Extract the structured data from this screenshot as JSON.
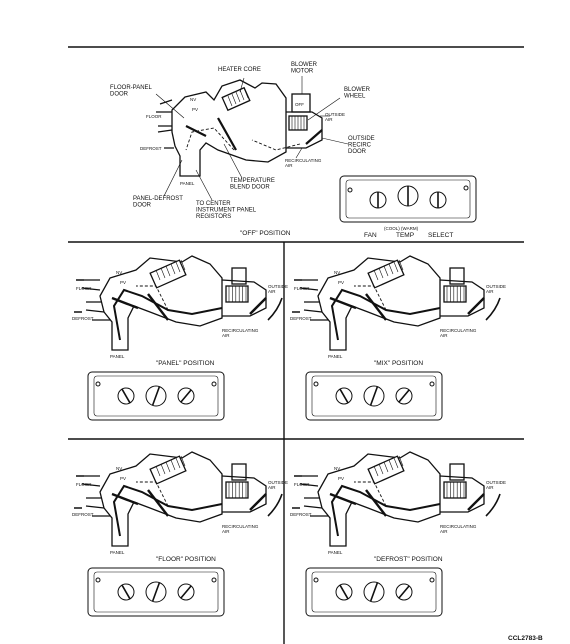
{
  "top_labels": {
    "heater_core": "HEATER CORE",
    "blower_motor": "BLOWER\nMOTOR",
    "floor_panel_door": "FLOOR-PANEL\nDOOR",
    "blower_wheel": "BLOWER\nWHEEL",
    "off_tag": "OFF",
    "nv": "NV",
    "pv": "PV",
    "floor": "FLOOR",
    "defrost": "DEFROST",
    "outside_air_small": "OUTSIDE\nAIR",
    "outside_recirc_door": "OUTSIDE\nRECIRC\nDOOR",
    "recirculating_air": "RECIRCULATING\nAIR",
    "panel": "PANEL",
    "temperature_blend_door": "TEMPERATURE\nBLEND DOOR",
    "panel_defrost_door": "PANEL-DEFROST\nDOOR",
    "to_center": "TO CENTER\nINSTRUMENT PANEL\nREGISTORS",
    "off_position": "\"OFF\" POSITION",
    "cool_warm": "(COOL) (WARM)",
    "fan": "FAN",
    "temp": "TEMP",
    "select": "SELECT"
  },
  "panels": [
    {
      "caption": "\"PANEL\" POSITION"
    },
    {
      "caption": "\"MIX\" POSITION"
    },
    {
      "caption": "\"FLOOR\" POSITION"
    },
    {
      "caption": "\"DEFROST\" POSITION"
    }
  ],
  "panel_labels": {
    "floor": "FLOOR",
    "defrost": "DEFROST",
    "panel": "PANEL",
    "outside_air": "OUTSIDE\nAIR",
    "recirculating_air": "RECIRCULATING\nAIR",
    "nv": "NV",
    "pv": "PV"
  },
  "reference": "CCL2783-B"
}
